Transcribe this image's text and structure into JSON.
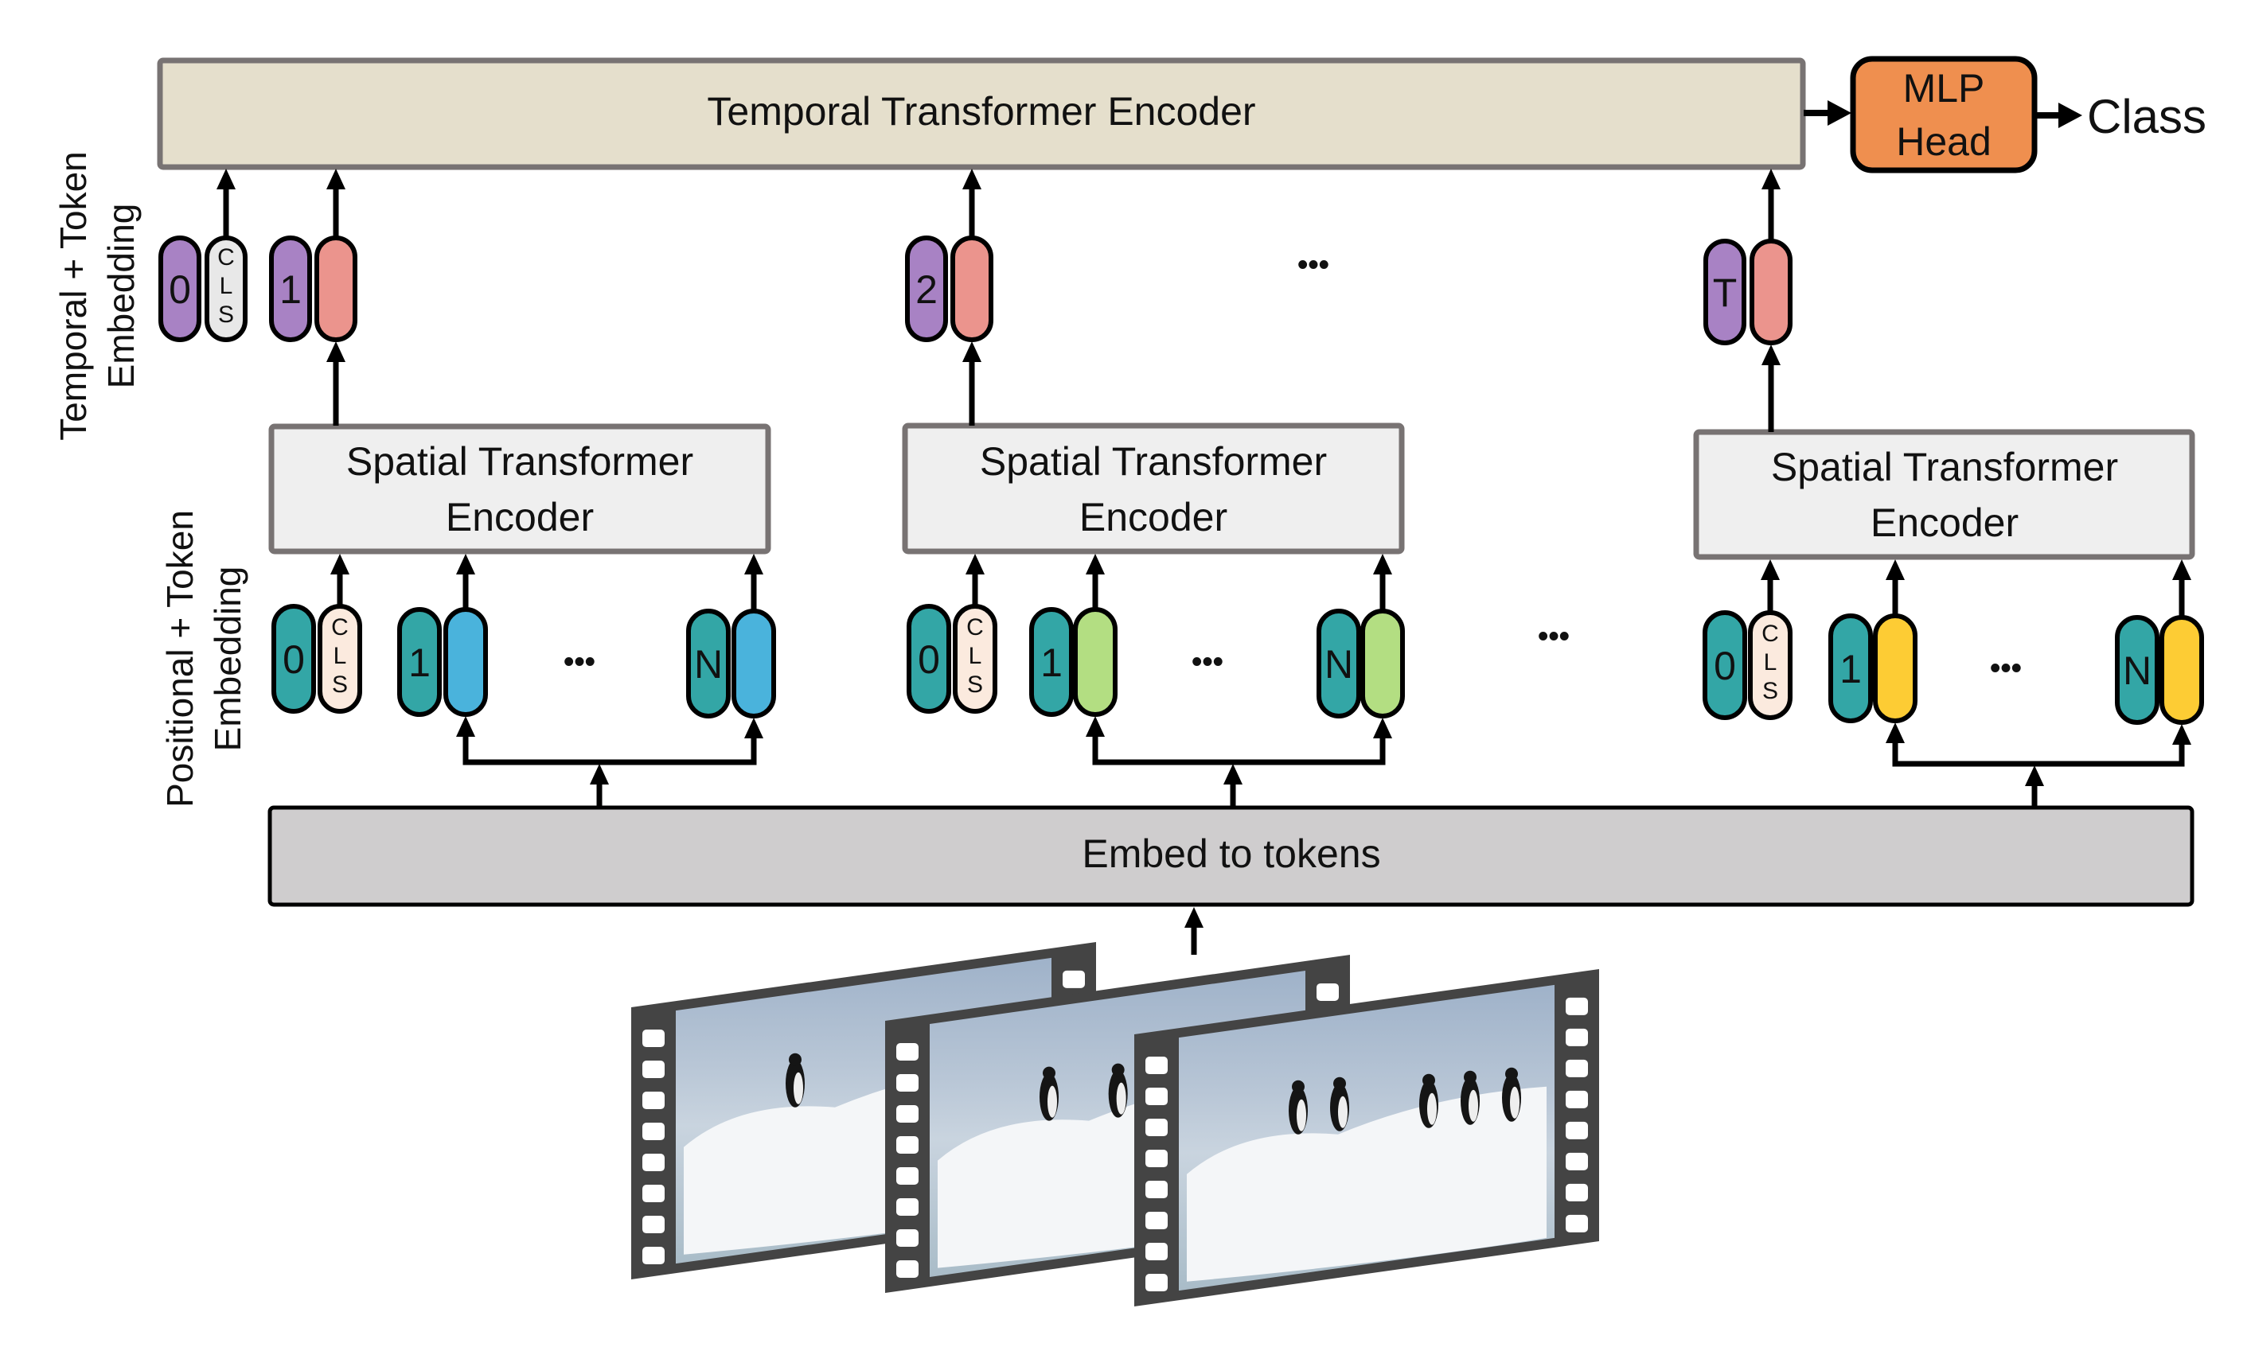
{
  "temporal_encoder": {
    "label": "Temporal Transformer Encoder",
    "fill": "#e5dfcc",
    "stroke": "#787373"
  },
  "mlp_head": {
    "line1": "MLP",
    "line2": "Head",
    "fill": "#ef8f4f"
  },
  "output_label": "Class",
  "side_labels": {
    "temporal": {
      "line1": "Temporal + Token",
      "line2": "Embedding"
    },
    "positional": {
      "line1": "Positional + Token",
      "line2": "Embedding"
    }
  },
  "spatial_encoders": [
    {
      "line1": "Spatial Transformer",
      "line2": "Encoder"
    },
    {
      "line1": "Spatial Transformer",
      "line2": "Encoder"
    },
    {
      "line1": "Spatial Transformer",
      "line2": "Encoder"
    }
  ],
  "spatial_fill": "#efefef",
  "embed": {
    "label": "Embed to tokens",
    "fill": "#cfcdce"
  },
  "ellipsis": "•••",
  "cls_token": {
    "letters": [
      "C",
      "L",
      "S"
    ],
    "temporal_fill": "#e8e8e8",
    "spatial_fill": "#fbeade"
  },
  "temporal_tokens": [
    {
      "index": "0",
      "is_cls": true
    },
    {
      "index": "1",
      "is_cls": false
    },
    {
      "index": "2",
      "is_cls": false
    },
    {
      "index": "T",
      "is_cls": false
    }
  ],
  "temporal_colors": {
    "position": "#a882c4",
    "feature": "#eb948d"
  },
  "spatial_groups": [
    {
      "tokens": [
        "0",
        "1",
        "N"
      ],
      "feature_color": "#4ab3dc"
    },
    {
      "tokens": [
        "0",
        "1",
        "N"
      ],
      "feature_color": "#b3de82"
    },
    {
      "tokens": [
        "0",
        "1",
        "N"
      ],
      "feature_color": "#fdcc34"
    }
  ],
  "position_color": "#33a6a6",
  "frames": {
    "count": 3,
    "film_color": "#444444"
  }
}
